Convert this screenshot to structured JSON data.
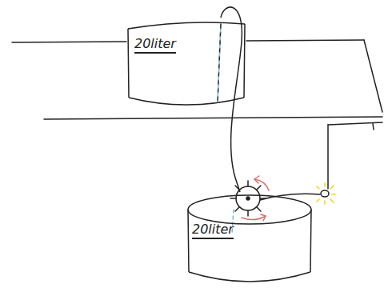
{
  "diagram": {
    "nodes": [
      {
        "text": [
          "20liter"
        ]
      },
      {
        "text": [
          "20liter"
        ]
      }
    ],
    "edges": [
      {
        "from": 0,
        "to": 1,
        "arrow": "none"
      }
    ]
  }
}
